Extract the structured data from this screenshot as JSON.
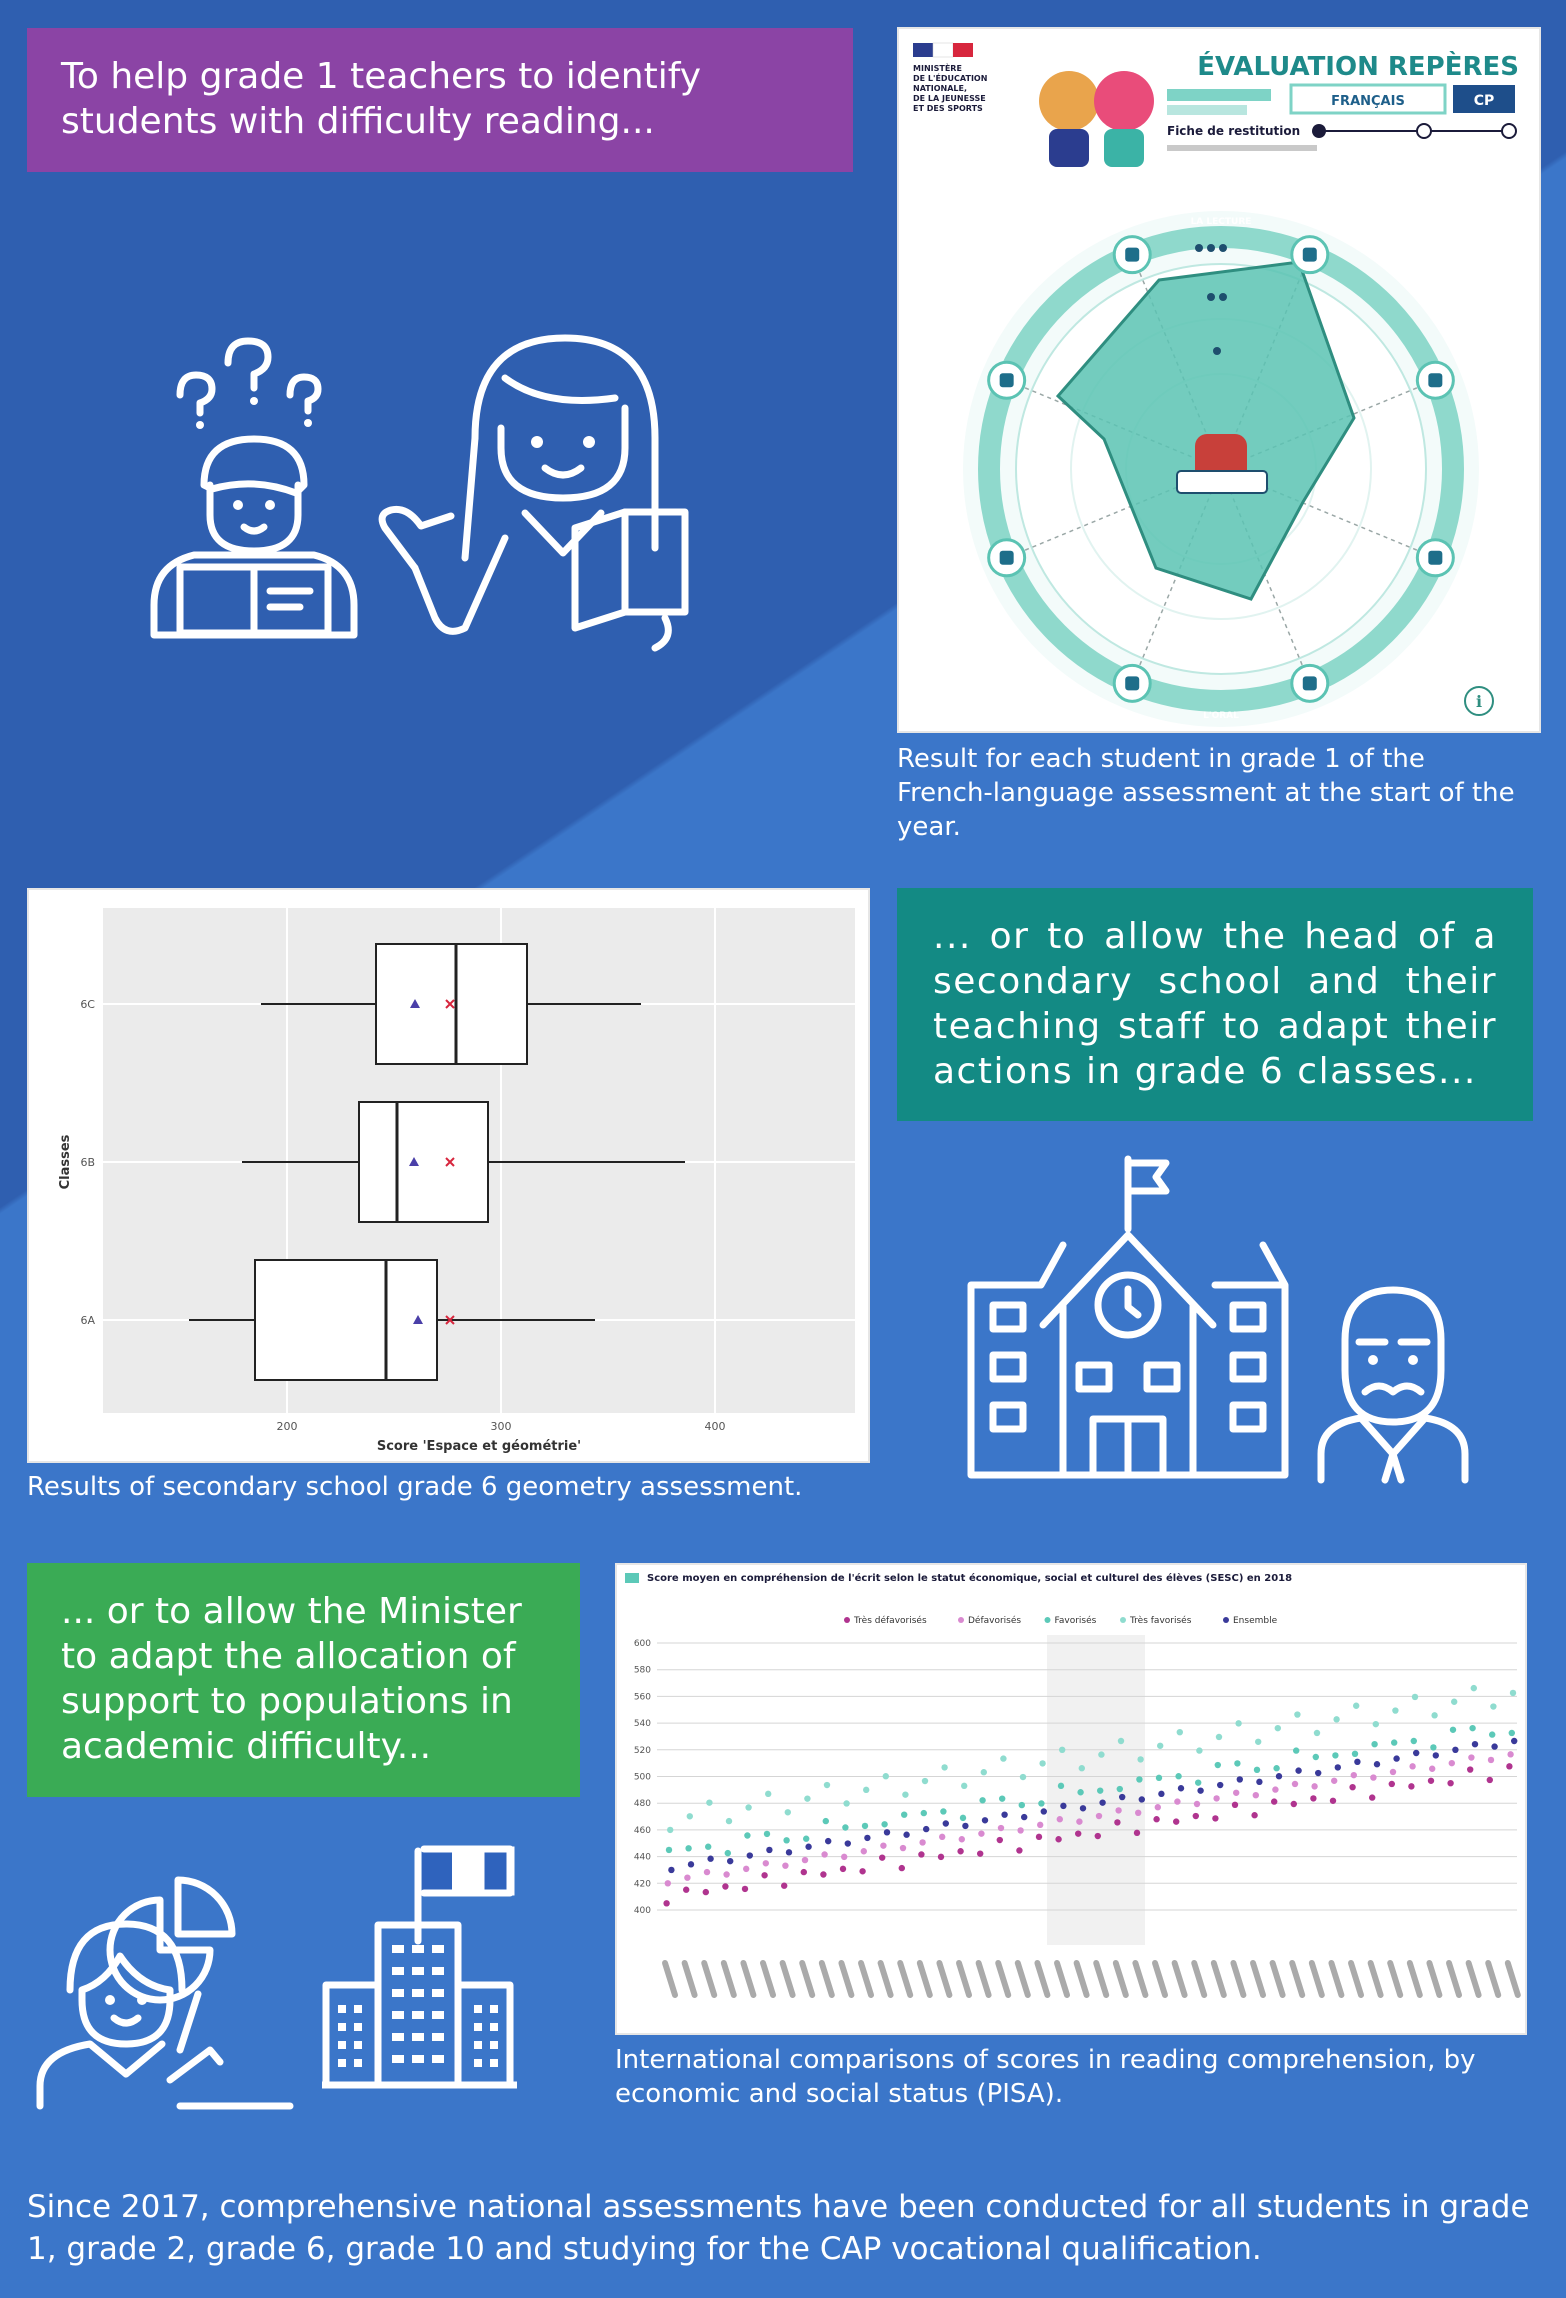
{
  "box1": {
    "text": "To help grade 1 teachers to identify students with difficulty reading..."
  },
  "box2": {
    "text": "... or to allow the head of a secondary school and their teaching staff to adapt their actions in grade 6 classes..."
  },
  "box3": {
    "text": "... or to allow the Minister to adapt the allocation of support to populations in academic difficulty..."
  },
  "captions": {
    "french": "Result for each student in grade 1 of the French-language assessment at the start of the year.",
    "geometry": "Results of secondary school grade 6 geometry assessment.",
    "pisa": "International comparisons of scores in reading comprehension, by economic and social status (PISA)."
  },
  "footer": "Since 2017, comprehensive national assessments have been conducted for all students in grade 1, grade 2, grade 6, grade 10 and studying for the CAP vocational qualification.",
  "radar_card": {
    "title": "ÉVALUATION REPÈRES",
    "ministry": [
      "MINISTÈRE",
      "DE L'ÉDUCATION",
      "NATIONALE,",
      "DE LA JEUNESSE",
      "ET DES SPORTS"
    ],
    "subject": "FRANÇAIS",
    "level": "CP",
    "sheet": "Fiche de restitution",
    "ring_top": "LA LECTURE",
    "ring_bottom": "L'ORAL"
  },
  "boxplot": {
    "ylabel": "Classes",
    "xlabel": "Score 'Espace et géométrie'",
    "categories": [
      "6C",
      "6B",
      "6A"
    ],
    "xticks": [
      "200",
      "300",
      "400"
    ]
  },
  "pisa": {
    "title": "Score moyen en compréhension de l'écrit selon le statut économique, social et culturel des élèves (SESC) en 2018",
    "legend": [
      "Très défavorisés",
      "Défavorisés",
      "Favorisés",
      "Très favorisés",
      "Ensemble"
    ],
    "yticks": [
      "600",
      "580",
      "560",
      "540",
      "520",
      "500",
      "480",
      "460",
      "440",
      "420",
      "400"
    ]
  },
  "colors": {
    "purple": "#8b44a5",
    "teal": "#138a84",
    "green": "#3aab55",
    "mint": "#5cc9b8",
    "magenta": "#b0348f",
    "navy": "#3a3a9a"
  }
}
